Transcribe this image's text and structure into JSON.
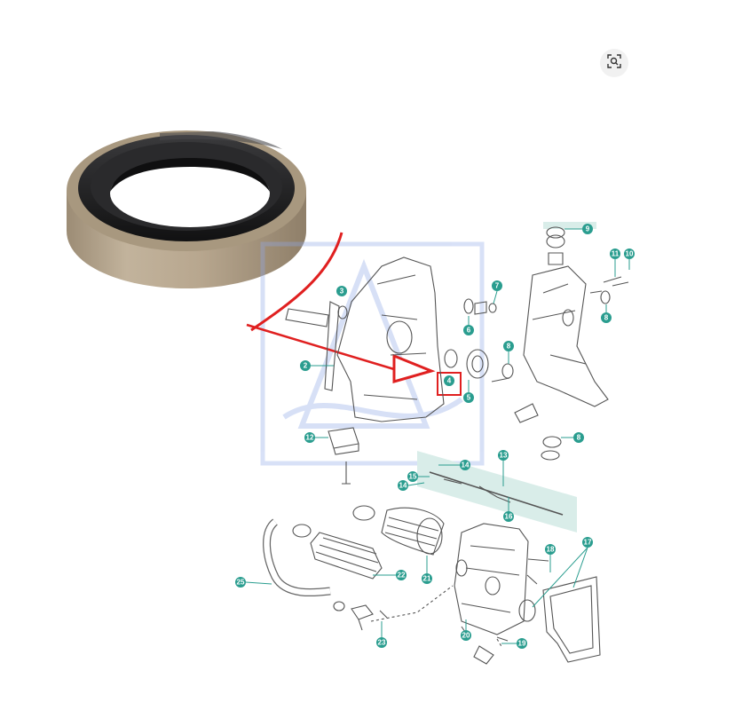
{
  "viewer": {
    "lens_button_icon": "visual-search-icon"
  },
  "colors": {
    "callout_teal": "#2a9d8f",
    "highlight_red": "#e02020",
    "seal_rubber": "#1e1e20",
    "seal_casing": "#b5a58e",
    "line_art": "#555555"
  },
  "product": {
    "name": "oil seal",
    "highlighted_callout": "4"
  },
  "diagram": {
    "callouts": [
      {
        "label": "2"
      },
      {
        "label": "3"
      },
      {
        "label": "4"
      },
      {
        "label": "5"
      },
      {
        "label": "6"
      },
      {
        "label": "7"
      },
      {
        "label": "8"
      },
      {
        "label": "8"
      },
      {
        "label": "8"
      },
      {
        "label": "9"
      },
      {
        "label": "10"
      },
      {
        "label": "11"
      },
      {
        "label": "12"
      },
      {
        "label": "13"
      },
      {
        "label": "14"
      },
      {
        "label": "14"
      },
      {
        "label": "15"
      },
      {
        "label": "16"
      },
      {
        "label": "17"
      },
      {
        "label": "18"
      },
      {
        "label": "19"
      },
      {
        "label": "20"
      },
      {
        "label": "21"
      },
      {
        "label": "22"
      },
      {
        "label": "23"
      },
      {
        "label": "25"
      }
    ]
  }
}
